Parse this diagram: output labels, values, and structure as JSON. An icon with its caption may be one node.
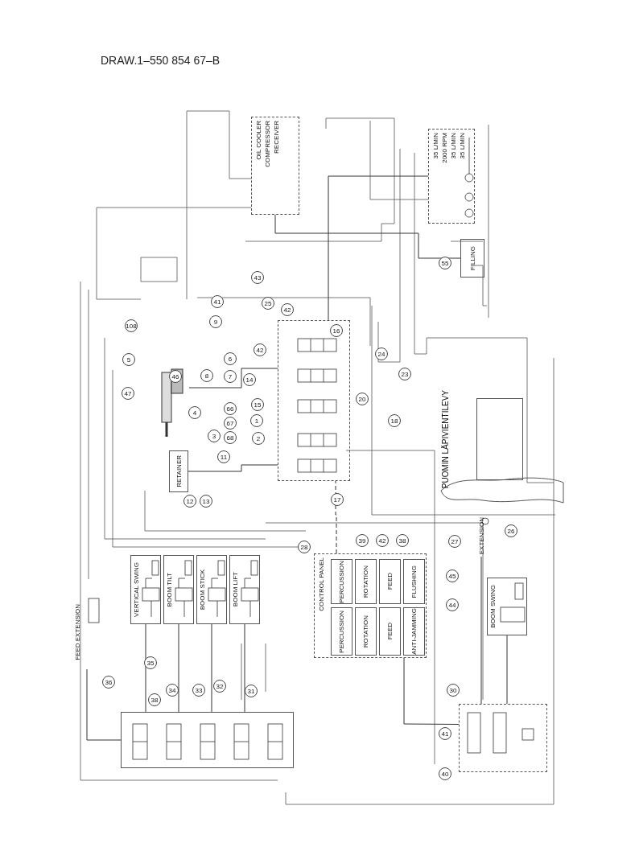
{
  "diagram": {
    "title": "DRAW.1–550 854 67–B",
    "nodes": [
      {
        "text": [
          "OIL COOLER",
          "COMPRESSOR",
          "RECEIVER"
        ]
      },
      {
        "text": [
          "35 L/MIN",
          "2000 RPM",
          "35 L/MIN",
          "35 L/MIN"
        ]
      },
      {
        "text": [
          "FILLING"
        ]
      },
      {
        "text": [],
        "shape": "box"
      },
      {
        "text": [],
        "shape": "picture"
      },
      {
        "text": [
          "RETAINER"
        ]
      },
      {
        "text": [
          "FEED EXTENSION"
        ]
      },
      {
        "text": [
          "VERTICAL SWING"
        ]
      },
      {
        "text": [
          "BOOM TILT"
        ]
      },
      {
        "text": [
          "BOOM STICK"
        ]
      },
      {
        "text": [
          "BOOM LIFT"
        ]
      },
      {
        "text": [],
        "shape": "box"
      },
      {
        "text": [
          "CONTROL PANEL"
        ]
      },
      {
        "text": [
          "PERCUSSION"
        ],
        "in": 12
      },
      {
        "text": [
          "ROTATION"
        ],
        "in": 12
      },
      {
        "text": [
          "FEED"
        ],
        "in": 12
      },
      {
        "text": [
          "FLUSHING"
        ],
        "in": 12
      },
      {
        "text": [
          "PERCUSSION"
        ],
        "in": 12
      },
      {
        "text": [
          "ROTATION"
        ],
        "in": 12
      },
      {
        "text": [
          "FEED"
        ],
        "in": 12
      },
      {
        "text": [
          "ANTI-JAMMING"
        ],
        "in": 12
      },
      {
        "text": [
          "EXTENSION"
        ]
      },
      {
        "text": [
          "BOOM SWING"
        ]
      },
      {
        "text": [],
        "shape": "box"
      },
      {
        "text": [],
        "shape": "box",
        "beside": [
          "PUOMIN LÄPIVIENTILEVY"
        ]
      }
    ],
    "edges": [
      {
        "from": 1,
        "to": 3,
        "arrow": "none"
      },
      {
        "from": 0,
        "to": 2,
        "arrow": "none"
      },
      {
        "from": 3,
        "to": 4,
        "arrow": "none"
      },
      {
        "from": 3,
        "to": 5,
        "arrow": "none"
      },
      {
        "from": 11,
        "to": 7,
        "arrow": "none"
      },
      {
        "from": 11,
        "to": 8,
        "arrow": "none"
      },
      {
        "from": 11,
        "to": 9,
        "arrow": "none"
      },
      {
        "from": 11,
        "to": 10,
        "arrow": "none"
      },
      {
        "from": 6,
        "to": 11,
        "arrow": "none"
      },
      {
        "from": 12,
        "to": 3,
        "arrow": "none",
        "style": "dashed"
      },
      {
        "from": 12,
        "to": 23,
        "arrow": "none"
      },
      {
        "from": 21,
        "to": 23,
        "arrow": "none"
      },
      {
        "from": 22,
        "to": 23,
        "arrow": "none"
      }
    ],
    "labels": [
      "43",
      "41",
      "25",
      "42",
      "108",
      "9",
      "16",
      "42",
      "24",
      "5",
      "6",
      "8",
      "7",
      "14",
      "46",
      "23",
      "47",
      "20",
      "15",
      "4",
      "66",
      "67",
      "68",
      "1",
      "18",
      "3",
      "2",
      "11",
      "12",
      "13",
      "17",
      "55",
      "26",
      "27",
      "45",
      "28",
      "39",
      "42",
      "38",
      "44",
      "36",
      "35",
      "38",
      "34",
      "33",
      "32",
      "31",
      "30",
      "41",
      "40"
    ]
  }
}
